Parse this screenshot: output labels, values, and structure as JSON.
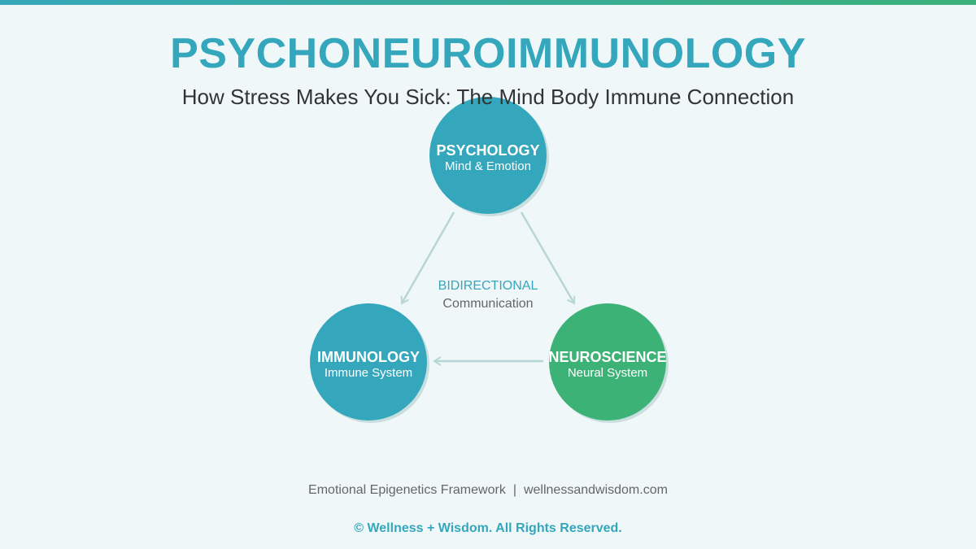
{
  "header": {
    "title": "PSYCHONEUROIMMUNOLOGY",
    "subtitle": "How Stress Makes You Sick: The Mind Body Immune Connection"
  },
  "nodes": {
    "psychology": {
      "title": "PSYCHOLOGY",
      "subtitle": "Mind & Emotion",
      "color": "#34a7bc"
    },
    "immunology": {
      "title": "IMMUNOLOGY",
      "subtitle": "Immune System",
      "color": "#34a7bc"
    },
    "neuroscience": {
      "title": "NEUROSCIENCE",
      "subtitle": "Neural System",
      "color": "#3db276"
    }
  },
  "center": {
    "line1": "BIDIRECTIONAL",
    "line2": "Communication"
  },
  "footer": {
    "framework": "Emotional Epigenetics Framework",
    "separator": "|",
    "website": "wellnessandwisdom.com",
    "copyright": "© Wellness + Wisdom. All Rights Reserved."
  },
  "colors": {
    "accent": "#34a7bc",
    "green": "#3db276",
    "arrow": "#b7d6d6",
    "background": "#eff7f9"
  }
}
